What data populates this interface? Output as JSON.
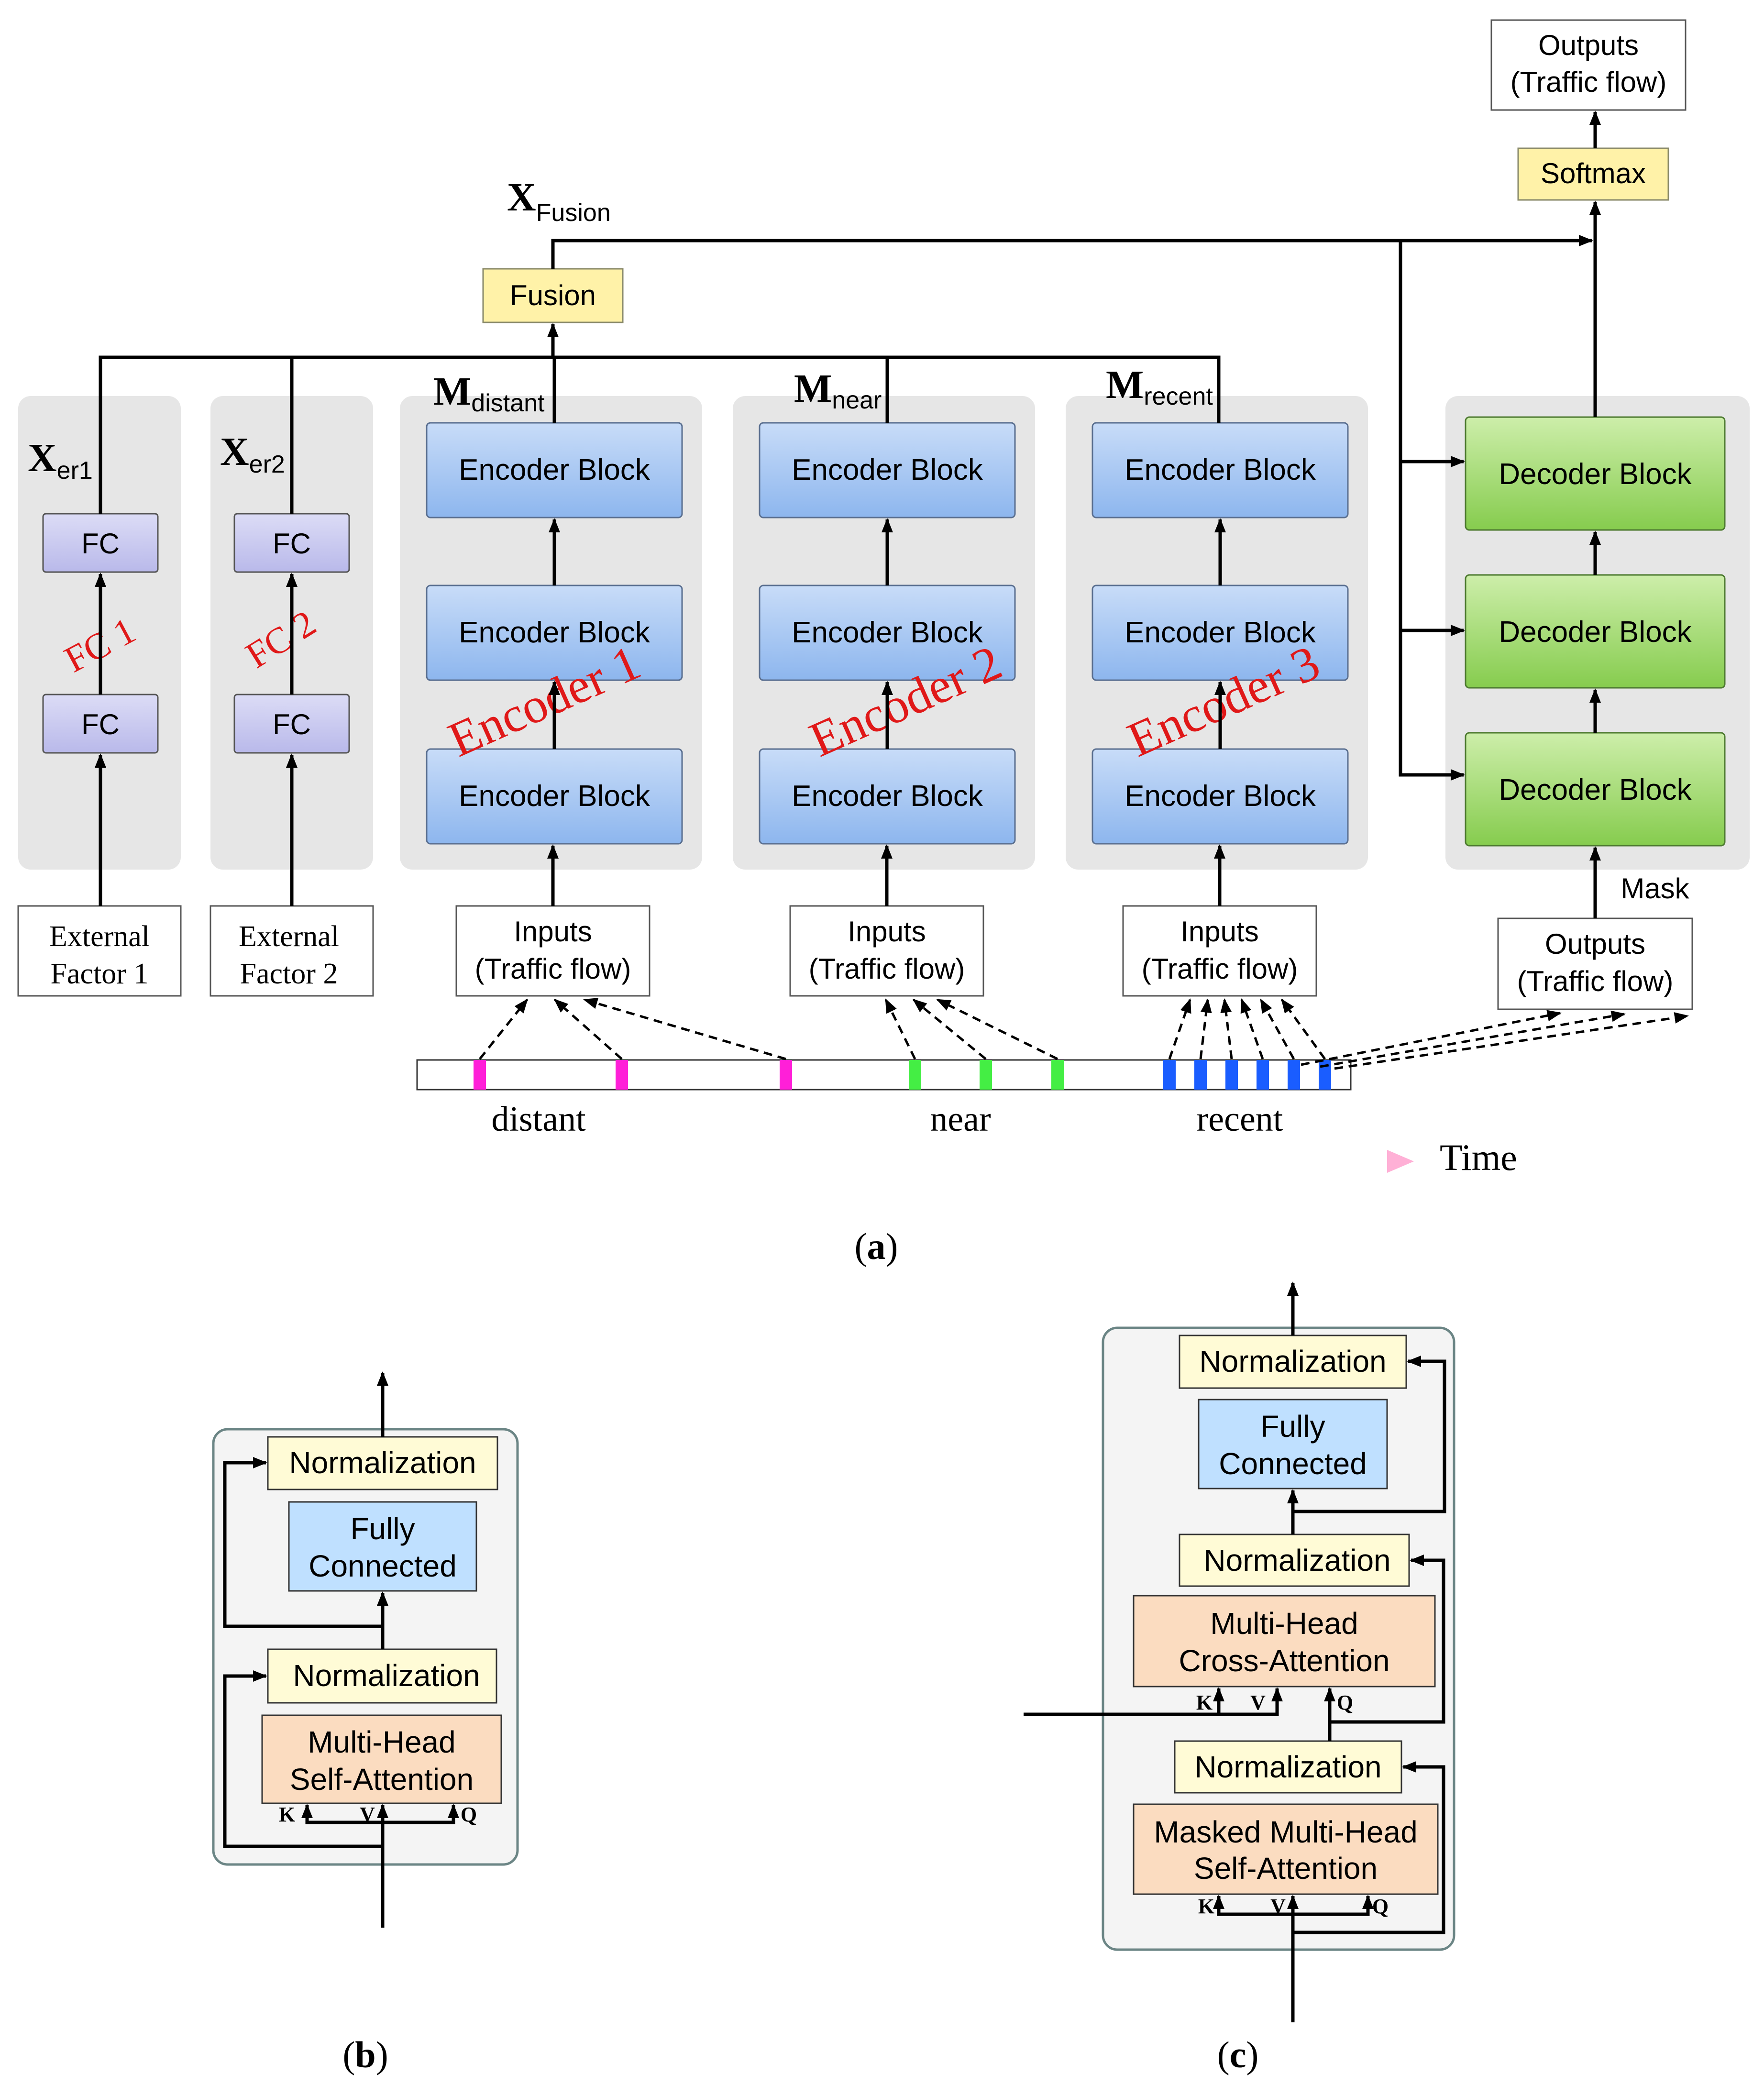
{
  "panel_a": {
    "caption_letter": "a",
    "outputs_top": [
      "Outputs",
      "(Traffic flow)"
    ],
    "softmax": "Softmax",
    "fusion": "Fusion",
    "x_fusion": {
      "main": "X",
      "sub": "Fusion"
    },
    "factors": [
      {
        "symbol": "X",
        "sub": "er1",
        "fc_label": "FC",
        "group_label": "FC 1",
        "input": [
          "External",
          "Factor 1"
        ]
      },
      {
        "symbol": "X",
        "sub": "er2",
        "fc_label": "FC",
        "group_label": "FC 2",
        "input": [
          "External",
          "Factor 2"
        ]
      }
    ],
    "encoders": [
      {
        "symbol": "M",
        "sub": "distant",
        "block_label": "Encoder Block",
        "group_label": "Encoder 1",
        "input": [
          "Inputs",
          "(Traffic flow)"
        ]
      },
      {
        "symbol": "M",
        "sub": "near",
        "block_label": "Encoder Block",
        "group_label": "Encoder 2",
        "input": [
          "Inputs",
          "(Traffic flow)"
        ]
      },
      {
        "symbol": "M",
        "sub": "recent",
        "block_label": "Encoder Block",
        "group_label": "Encoder 3",
        "input": [
          "Inputs",
          "(Traffic flow)"
        ]
      }
    ],
    "decoder": {
      "block_label": "Decoder Block",
      "mask": "Mask",
      "input": [
        "Outputs",
        "(Traffic flow)"
      ]
    },
    "timeline": {
      "labels": [
        "distant",
        "near",
        "recent"
      ],
      "time": "Time"
    },
    "colors": {
      "fc": "#c9c9ef",
      "encoder": "#a7c7f3",
      "decoder": "#a6dc78",
      "yellow": "#fff2a8",
      "distant": "#ff1fd8",
      "near": "#44ee44",
      "recent": "#1a5dff",
      "red_label": "#e01818"
    }
  },
  "panel_b": {
    "caption_letter": "b",
    "norm_top": "Normalization",
    "fc": [
      "Fully",
      "Connected"
    ],
    "norm_bottom": "Normalization",
    "attention": [
      "Multi-Head",
      "Self-Attention"
    ],
    "k": "K",
    "v": "V",
    "q": "Q"
  },
  "panel_c": {
    "caption_letter": "c",
    "norm_top": "Normalization",
    "fc": [
      "Fully",
      "Connected"
    ],
    "norm_mid": "Normalization",
    "cross": [
      "Multi-Head",
      "Cross-Attention"
    ],
    "norm_bottom": "Normalization",
    "masked": [
      "Masked Multi-Head",
      "Self-Attention"
    ],
    "k": "K",
    "v": "V",
    "q": "Q"
  }
}
